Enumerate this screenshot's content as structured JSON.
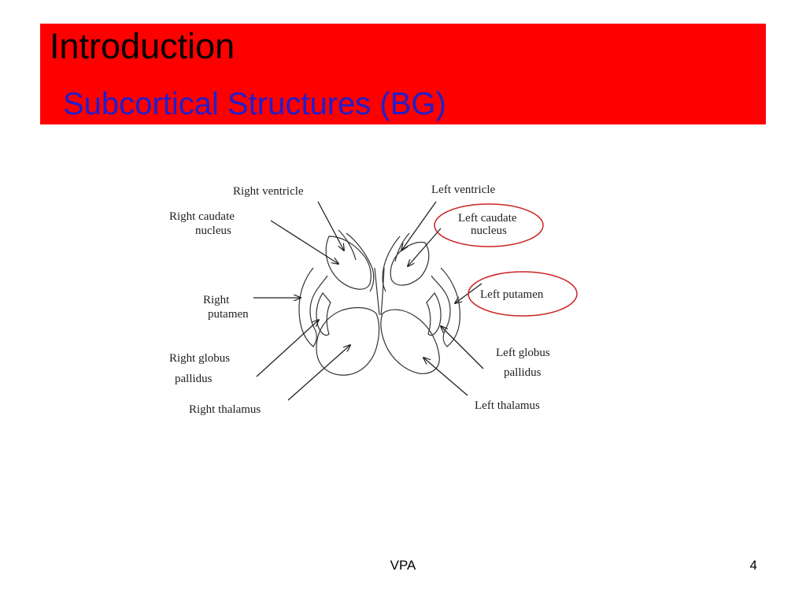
{
  "slide": {
    "title": "Introduction",
    "subtitle": "Subcortical Structures (BG)",
    "footer": "VPA",
    "page_number": "4",
    "colors": {
      "title_bar": "#ff0000",
      "subtitle": "#1f1fcc",
      "highlight_ellipse": "#cc2222"
    }
  },
  "diagram": {
    "labels": {
      "right_ventricle": "Right ventricle",
      "right_caudate_1": "Right caudate",
      "right_caudate_2": "nucleus",
      "right_putamen_1": "Right",
      "right_putamen_2": "putamen",
      "right_globus_1": "Right globus",
      "right_globus_2": "pallidus",
      "right_thalamus": "Right thalamus",
      "left_ventricle": "Left ventricle",
      "left_caudate_1": "Left caudate",
      "left_caudate_2": "nucleus",
      "left_putamen": "Left putamen",
      "left_globus_1": "Left globus",
      "left_globus_2": "pallidus",
      "left_thalamus": "Left thalamus"
    },
    "highlighted": [
      "Left caudate nucleus",
      "Left putamen"
    ]
  }
}
